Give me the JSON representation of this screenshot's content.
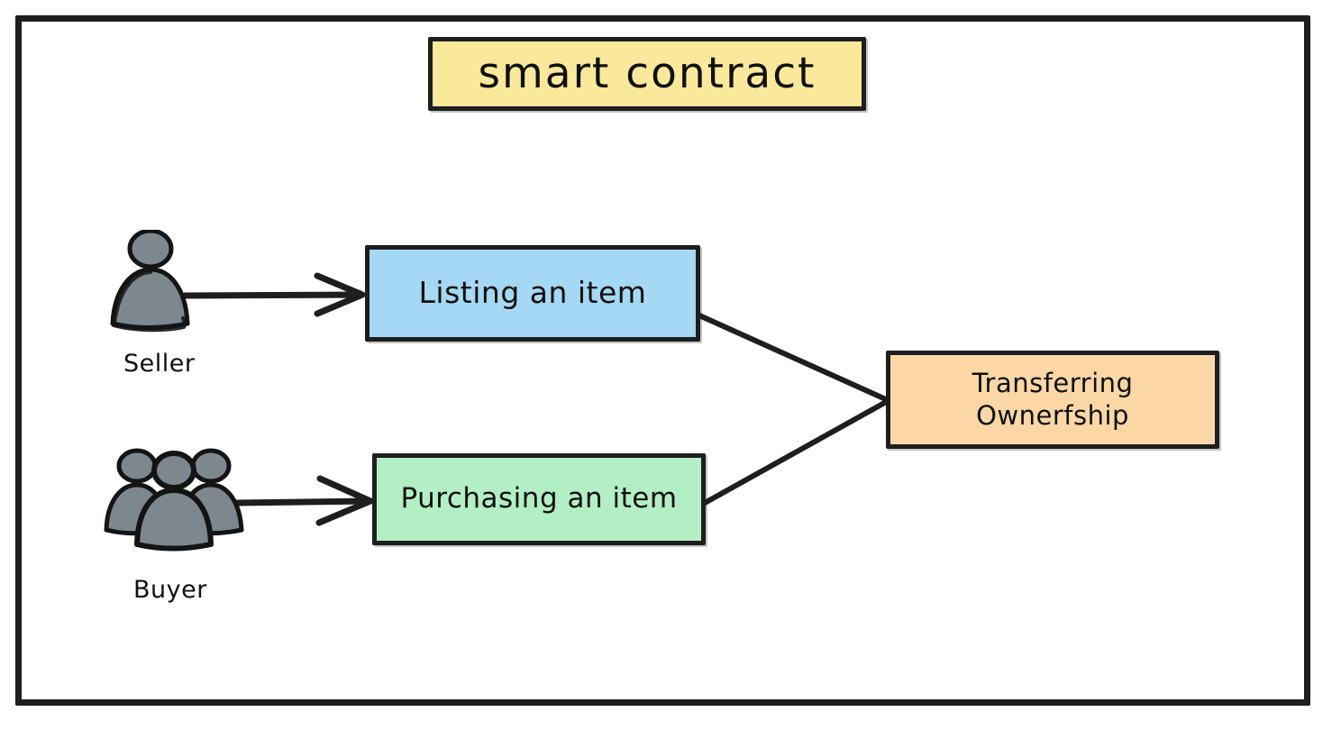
{
  "diagram": {
    "title": "smart contract",
    "frame": {
      "border_color": "#1e1e1e"
    },
    "nodes": [
      {
        "id": "title",
        "label": "smart contract",
        "fill": "#fae99a",
        "role": "header"
      },
      {
        "id": "listing",
        "label": "Listing an item",
        "fill": "#a5d8f3",
        "role": "process"
      },
      {
        "id": "purchasing",
        "label": "Purchasing an item",
        "fill": "#b2efc4",
        "role": "process"
      },
      {
        "id": "transfer",
        "label_line1": "Transferring",
        "label_line2": "Ownerfship",
        "fill": "#fad7a5",
        "role": "process"
      }
    ],
    "actors": [
      {
        "id": "seller",
        "label": "Seller",
        "icon": "single-person-icon",
        "fill": "#7d888e",
        "outline": "#141414"
      },
      {
        "id": "buyer",
        "label": "Buyer",
        "icon": "group-of-people-icon",
        "fill": "#7d888e",
        "outline": "#141414"
      }
    ],
    "connectors": [
      {
        "id": "seller-to-listing",
        "from": "seller",
        "to": "listing",
        "style": "arrow",
        "arrowhead": "open-v"
      },
      {
        "id": "buyer-to-purchasing",
        "from": "buyer",
        "to": "purchasing",
        "style": "arrow",
        "arrowhead": "open-v"
      },
      {
        "id": "listing-to-transfer",
        "from": "listing",
        "to": "transfer",
        "style": "line",
        "arrowhead": "none"
      },
      {
        "id": "purchasing-to-transfer",
        "from": "purchasing",
        "to": "transfer",
        "style": "line",
        "arrowhead": "none"
      }
    ],
    "stroke_color": "#1e1e1e"
  }
}
